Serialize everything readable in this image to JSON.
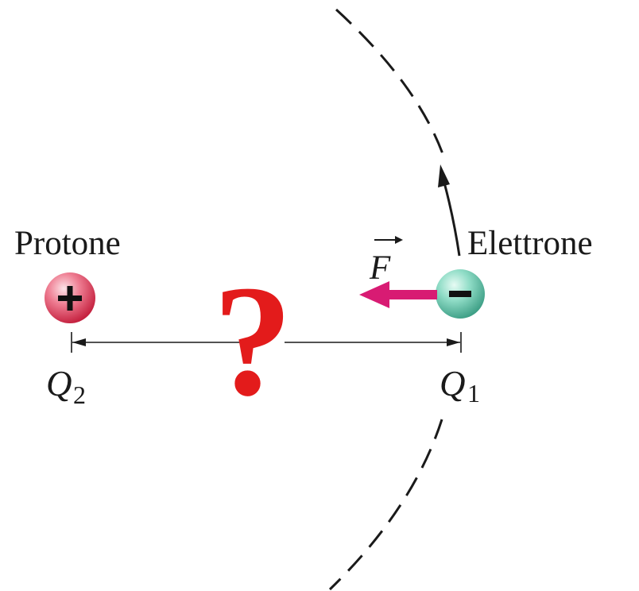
{
  "diagram": {
    "proton_label": "Protone",
    "electron_label": "Elettrone",
    "proton_sign": "+",
    "electron_sign": "−",
    "force_symbol": "F",
    "q2_symbol": "Q",
    "q2_subscript": "2",
    "q1_symbol": "Q",
    "q1_subscript": "1",
    "question_mark": "?"
  },
  "colors": {
    "proton": "#e04a63",
    "electron": "#5cbfa5",
    "force_arrow": "#d81b73",
    "question_mark": "#e31b1b",
    "lines": "#1a1a1a"
  },
  "icons": {
    "force_arrow": "left-arrow-icon",
    "vector_arrow": "right-arrow-icon",
    "orbit_direction": "up-arrow-icon"
  }
}
